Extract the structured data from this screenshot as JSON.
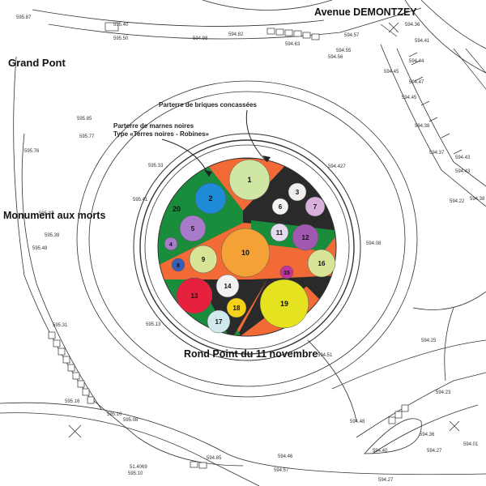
{
  "map": {
    "labels": {
      "avenue": "Avenue DEMONTZEY",
      "grand_pont": "Grand Pont",
      "monument": "Monument aux morts",
      "rond_point": "Rond Point du 11 novembre"
    },
    "annotations": {
      "briques": "Parterre de briques concassées",
      "marnes_line1": "Parterre de marnes noires",
      "marnes_line2": "Type «Terres noires - Robines»"
    },
    "colors": {
      "background": "#ffffff",
      "linework": "#333333",
      "dark_bed": "#2a2a2a",
      "orange_bed": "#f26a35",
      "green_bed": "#1a8d3c"
    },
    "elevations": [
      "595.87",
      "595.40",
      "595.50",
      "594.98",
      "594.82",
      "594.63",
      "594.57",
      "594.55",
      "594.56",
      "594.36",
      "594.41",
      "594.44",
      "594.45",
      "594.47",
      "594.45",
      "594.38",
      "594.37",
      "594.43",
      "594.43",
      "594.38",
      "594.22",
      "595.85",
      "595.77",
      "595.76",
      "595.33",
      "594.427",
      "595.41",
      "595.37",
      "595.39",
      "595.48",
      "594.08",
      "595.31",
      "595.13",
      "594.51",
      "595.16",
      "595.10",
      "595.08",
      "594.85",
      "594.46",
      "594.57",
      "594.48",
      "594.36",
      "594.40",
      "594.27",
      "594.25",
      "594.23",
      "594.01",
      "594.27",
      "51.4069",
      "595.10"
    ],
    "plants": [
      {
        "n": "1",
        "color": "#cfe7a3"
      },
      {
        "n": "2",
        "color": "#1f8bd6"
      },
      {
        "n": "3",
        "color": "#f0efee"
      },
      {
        "n": "4",
        "color": "#a77bca"
      },
      {
        "n": "5",
        "color": "#a77bca"
      },
      {
        "n": "6",
        "color": "#f5f5f5"
      },
      {
        "n": "7",
        "color": "#d8b0dc"
      },
      {
        "n": "8",
        "color": "#3a5db8"
      },
      {
        "n": "9",
        "color": "#d8e597"
      },
      {
        "n": "10",
        "color": "#f4a236"
      },
      {
        "n": "11",
        "color": "#e4dcee"
      },
      {
        "n": "12",
        "color": "#a158b0"
      },
      {
        "n": "13",
        "color": "#e6213e"
      },
      {
        "n": "14",
        "color": "#f2f2f2"
      },
      {
        "n": "15",
        "color": "#c0349b"
      },
      {
        "n": "16",
        "color": "#d8e597"
      },
      {
        "n": "17",
        "color": "#cfe9ec"
      },
      {
        "n": "18",
        "color": "#f5d21a"
      },
      {
        "n": "19",
        "color": "#e5e31f"
      },
      {
        "n": "20",
        "color": "#1a8d3c"
      }
    ]
  }
}
